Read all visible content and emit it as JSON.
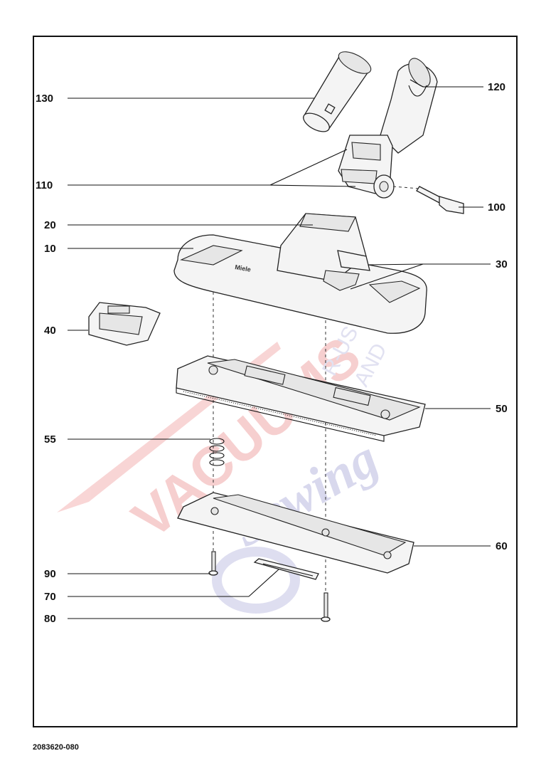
{
  "diagram": {
    "doc_number": "2083620-080",
    "brand_mark": "Miele",
    "watermark": {
      "main": "VACUUMS",
      "sub_1": "R-US",
      "sub_2": "AND",
      "sub_3": "Sewing"
    },
    "callouts": [
      {
        "id": "130",
        "label": "130",
        "part": "wand-tube"
      },
      {
        "id": "120",
        "label": "120",
        "part": "swivel-neck"
      },
      {
        "id": "110",
        "label": "110",
        "part": "neck-joint"
      },
      {
        "id": "100",
        "label": "100",
        "part": "axle-pin"
      },
      {
        "id": "20",
        "label": "20",
        "part": "hood-cover"
      },
      {
        "id": "10",
        "label": "10",
        "part": "nozzle-housing"
      },
      {
        "id": "30",
        "label": "30",
        "part": "pedal-switch"
      },
      {
        "id": "40",
        "label": "40",
        "part": "clip-bracket"
      },
      {
        "id": "50",
        "label": "50",
        "part": "brush-strip-plate"
      },
      {
        "id": "55",
        "label": "55",
        "part": "spring"
      },
      {
        "id": "60",
        "label": "60",
        "part": "sole-plate"
      },
      {
        "id": "90",
        "label": "90",
        "part": "screw-short"
      },
      {
        "id": "70",
        "label": "70",
        "part": "slider-bar"
      },
      {
        "id": "80",
        "label": "80",
        "part": "screw-long"
      }
    ]
  }
}
